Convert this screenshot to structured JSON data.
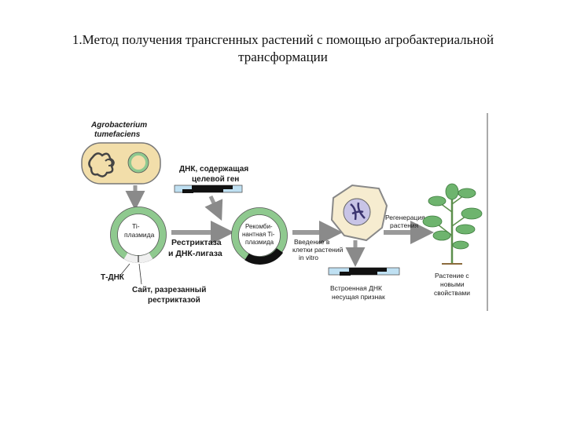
{
  "title": {
    "line1": "1.Метод получения трансгенных растений с помощью агробактериальной",
    "line2": "трансформации"
  },
  "diagram": {
    "bacterium_name_1": "Agrobacterium",
    "bacterium_name_2": "tumefaciens",
    "dna_label_1": "ДНК, содержащая",
    "dna_label_2": "целевой ген",
    "plasmid_1": "Ti-",
    "plasmid_2": "плазмида",
    "enzymes_1": "Рестриктаза",
    "enzymes_2": "и ДНК-лигаза",
    "tdna": "Т-ДНК",
    "site_1": "Сайт, разрезанный",
    "site_2": "рестриктазой",
    "recomb_1": "Рекомби-",
    "recomb_2": "нантная Ti-",
    "recomb_3": "плазмида",
    "intro_1": "Введение в",
    "intro_2": "клетки растений",
    "intro_3": "in vitro",
    "regen_1": "Регенерация",
    "regen_2": "растения",
    "embedded_1": "Встроенная ДНК",
    "embedded_2": "несущая признак",
    "result_1": "Растение с",
    "result_2": "новыми",
    "result_3": "свойствами"
  },
  "colors": {
    "bacterium_fill": "#f2deaa",
    "plasmid_green": "#8fc98f",
    "dna_blue": "#bfe0f2",
    "cell_fill": "#f6ecd0",
    "nucleus": "#c8c4e6",
    "arrow_gray": "#9a9a9a",
    "plant_green": "#6eb46e"
  }
}
